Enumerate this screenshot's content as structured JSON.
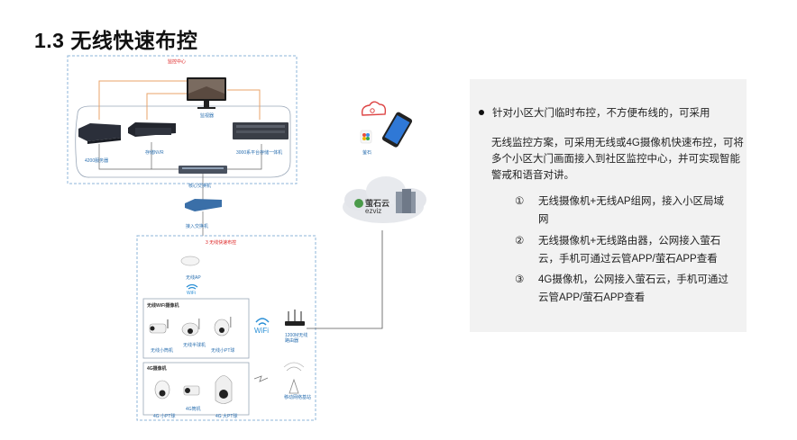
{
  "page_title": "1.3 无线快速布控",
  "diagram": {
    "monitor_center_title": "监控中心",
    "monitor_label": "监视器",
    "nvr_4200_label": "4200服务器",
    "nvr_label": "存储NVR",
    "platform_label": "3000系平台存储一体机",
    "core_switch_label": "核心交换机",
    "access_switch_label": "接入交换机",
    "wireless_section_title": "3 无线快速布控",
    "ap_label": "无线AP",
    "wifi_text": "WiFi",
    "wifi_cam_group_title": "无线WiFi摄像机",
    "cam_bullet_label": "无线小筒机",
    "cam_dome_label": "无线半球机",
    "cam_ptz_label": "无线小PT球",
    "router_label": "1200M无线路由器",
    "g4_group_title": "4G摄像机",
    "g4_ptz_label": "4G 小PT球",
    "g4_bullet_label": "4G筒机",
    "g4_speed_dome_label": "4G 大PT球",
    "tower_label": "移动网络基站",
    "phone_label": "萤石",
    "cloud_text": "萤石云",
    "cloud_sub": "ezviz"
  },
  "panel": {
    "bullet": "针对小区大门临时布控，不方便布线的，可采用",
    "paragraph": "无线监控方案，可采用无线或4G摄像机快速布控，可将多个小区大门画面接入到社区监控中心，并可实现智能警戒和语音对讲。",
    "items": [
      {
        "num": "①",
        "text": "无线摄像机+无线AP组网，接入小区局域网"
      },
      {
        "num": "②",
        "text": "无线摄像机+无线路由器，公网接入萤石云，手机可通过云管APP/萤石APP查看"
      },
      {
        "num": "③",
        "text": "4G摄像机，公网接入萤石云，手机可通过云管APP/萤石APP查看"
      }
    ]
  },
  "colors": {
    "dash_border": "#8db4d9",
    "link_orange": "#e8a36a",
    "label_blue": "#2a6fb0",
    "panel_bg": "#f2f2f2"
  }
}
